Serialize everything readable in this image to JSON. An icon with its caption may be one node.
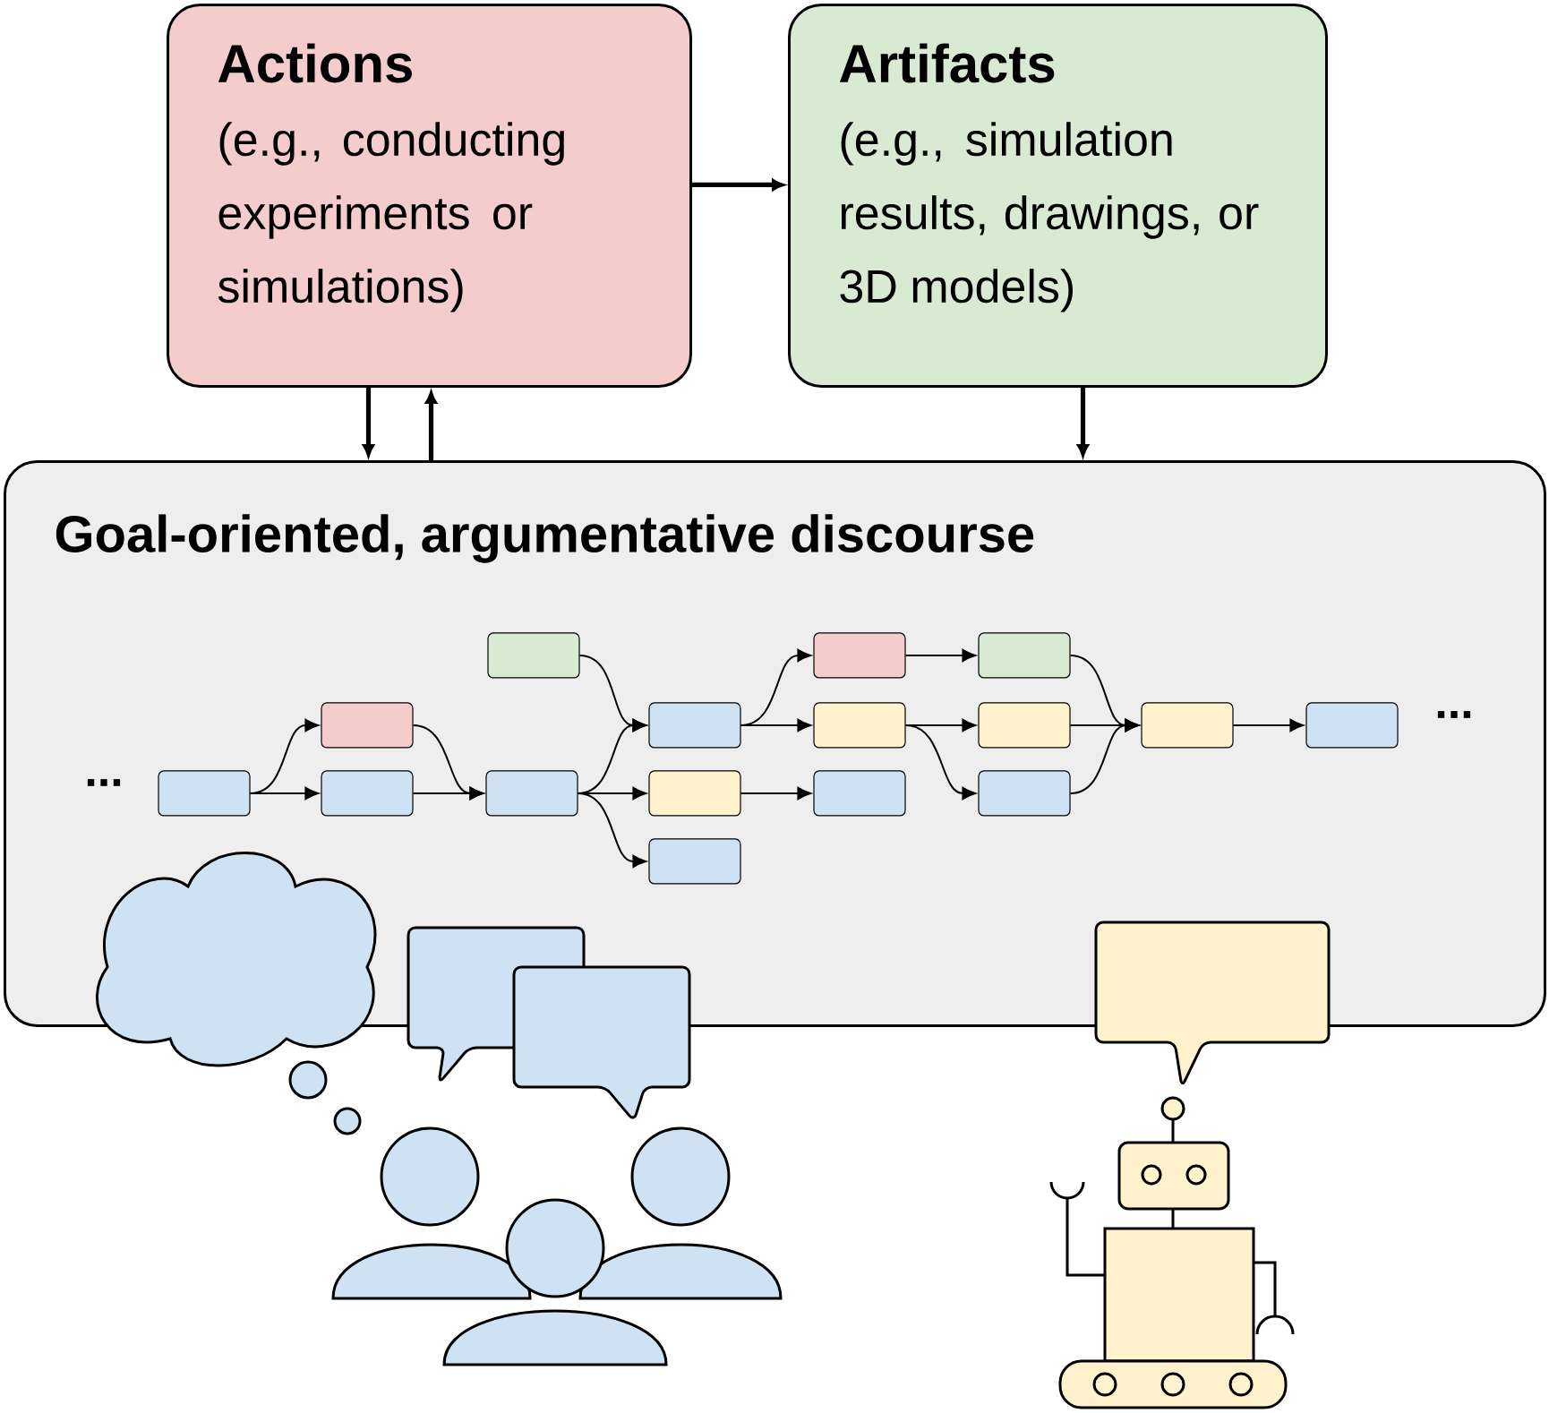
{
  "diagram": {
    "nodes": [
      {
        "text": [
          "Actions",
          "(e.g., conducting experiments or simulations)"
        ]
      },
      {
        "text": [
          "Artifacts",
          "(e.g., simulation results, drawings, or 3D models)"
        ]
      },
      {
        "text": [
          "Goal-oriented, argumentative discourse"
        ]
      },
      {
        "text": [],
        "shape": "box",
        "in": 2
      },
      {
        "text": [],
        "shape": "box",
        "in": 2
      },
      {
        "text": [],
        "shape": "box",
        "in": 2
      },
      {
        "text": [],
        "shape": "box",
        "in": 2
      },
      {
        "text": [],
        "shape": "box",
        "in": 2
      },
      {
        "text": [],
        "shape": "box",
        "in": 2
      },
      {
        "text": [],
        "shape": "box",
        "in": 2
      },
      {
        "text": [],
        "shape": "box",
        "in": 2
      },
      {
        "text": [],
        "shape": "box",
        "in": 2
      },
      {
        "text": [],
        "shape": "box",
        "in": 2
      },
      {
        "text": [],
        "shape": "box",
        "in": 2
      },
      {
        "text": [],
        "shape": "box",
        "in": 2
      },
      {
        "text": [],
        "shape": "box",
        "in": 2
      },
      {
        "text": [],
        "shape": "box",
        "in": 2
      },
      {
        "text": [],
        "shape": "box",
        "in": 2
      },
      {
        "text": [],
        "shape": "box",
        "in": 2
      }
    ],
    "edges": [
      {
        "from": 0,
        "to": 2,
        "arrow": "to",
        "style": "thick"
      },
      {
        "from": 2,
        "to": 0,
        "arrow": "to",
        "style": "thick"
      },
      {
        "from": 0,
        "to": 1,
        "arrow": "to",
        "style": "thick"
      },
      {
        "from": 1,
        "to": 2,
        "arrow": "to",
        "style": "thick"
      },
      {
        "from": 3,
        "to": 4,
        "arrow": "to"
      },
      {
        "from": 3,
        "to": 5,
        "arrow": "to"
      },
      {
        "from": 4,
        "to": 7,
        "arrow": "to"
      },
      {
        "from": 5,
        "to": 7,
        "arrow": "to"
      },
      {
        "from": 6,
        "to": 8,
        "arrow": "to"
      },
      {
        "from": 7,
        "to": 8,
        "arrow": "to"
      },
      {
        "from": 7,
        "to": 9,
        "arrow": "to"
      },
      {
        "from": 7,
        "to": 10,
        "arrow": "to"
      },
      {
        "from": 8,
        "to": 11,
        "arrow": "to"
      },
      {
        "from": 8,
        "to": 12,
        "arrow": "to"
      },
      {
        "from": 9,
        "to": 13,
        "arrow": "to"
      },
      {
        "from": 11,
        "to": 14,
        "arrow": "to"
      },
      {
        "from": 12,
        "to": 15,
        "arrow": "to"
      },
      {
        "from": 12,
        "to": 16,
        "arrow": "to"
      },
      {
        "from": 14,
        "to": 17,
        "arrow": "to"
      },
      {
        "from": 15,
        "to": 17,
        "arrow": "to"
      },
      {
        "from": 16,
        "to": 17,
        "arrow": "to"
      },
      {
        "from": 17,
        "to": 18,
        "arrow": "to"
      }
    ],
    "labels": [
      "...",
      "..."
    ]
  }
}
